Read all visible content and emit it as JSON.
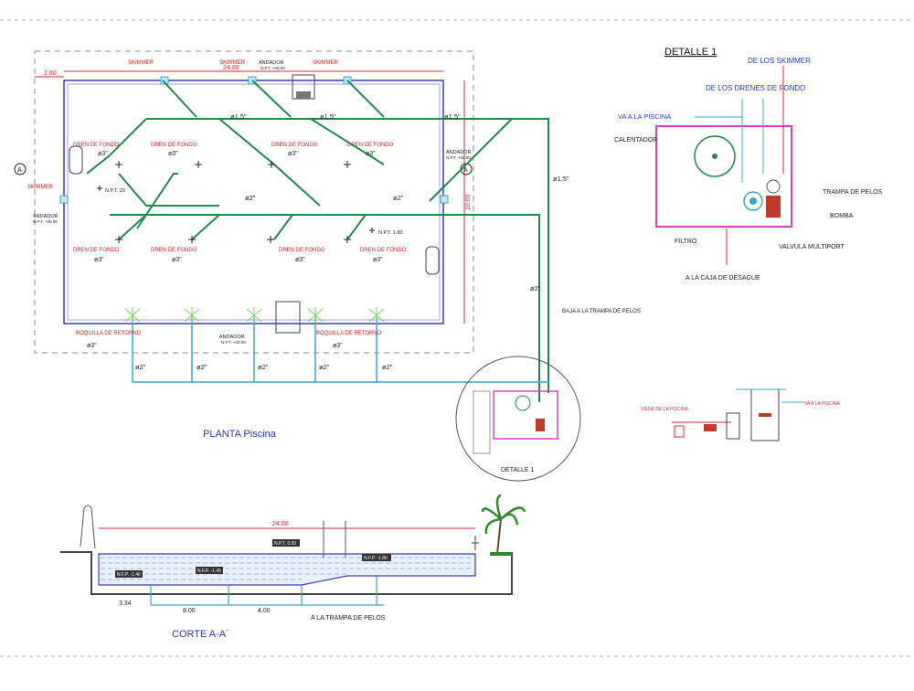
{
  "plan": {
    "title": "PLANTA Piscina",
    "dim_total": "24.00",
    "dim_left": "2.60",
    "dim_side": "10.00",
    "skimmer_label": "SKIMMER",
    "andador_label": "ANDADOR",
    "andador_sub": "N.P.T. +00.00",
    "andador_right": "ANDADOR",
    "andador_right_sub": "N.P.T. +00.00",
    "dren_label": "DREN DE FONDO",
    "diam_3": "ø3\"",
    "diam_2": "ø2\"",
    "diam_15": "ø1.5\"",
    "npt_20": "N.P.T. 20",
    "npt_180": "N.P.T. 1.80",
    "boquilla_label": "BOQUILLA DE RETORNO",
    "baja_label": "BAJA A LA TRAMPA DE PELOS",
    "section_marker": "A",
    "detail_label": "DETALLE 1"
  },
  "detail": {
    "title": "DETALLE 1",
    "de_los_skimmer": "DE LOS SKIMMER",
    "de_los_drenes": "DE LOS DRENES DE FONDO",
    "va_piscina": "VA A LA PISCINA",
    "calentador": "CALENTADOR",
    "trampa": "TRAMPA DE PELOS",
    "bomba": "BOMBA",
    "filtro": "FILTRO",
    "valvula": "VALVULA MULTIPORT",
    "caja": "A LA CAJA DE DESAGUE"
  },
  "small_section": {
    "left_label": "VIENE DE LA PISCINA",
    "right_label": "VA A LA PISCINA"
  },
  "section": {
    "title": "CORTE A-A´",
    "dim_total": "24.00",
    "dim_a": "3.34",
    "dim_b": "8.00",
    "dim_c": "4.00",
    "trampa_label": "A LA TRAMPA DE PELOS",
    "npt_label": "N.P.T. 0.00",
    "nfp_a": "N.F.P. -1.40",
    "nfp_b": "N.F.P. -1.40",
    "nfp_c": "N.F.P. -1.80"
  },
  "colors": {
    "pool": "#3b3bbf",
    "pipe_green": "#1f8a4c",
    "pipe_cyan": "#3aa8c8",
    "dim_red": "#e0243a",
    "magenta": "#e040c8",
    "text_red": "#d81e1e",
    "text_blue": "#2a3bbd"
  }
}
